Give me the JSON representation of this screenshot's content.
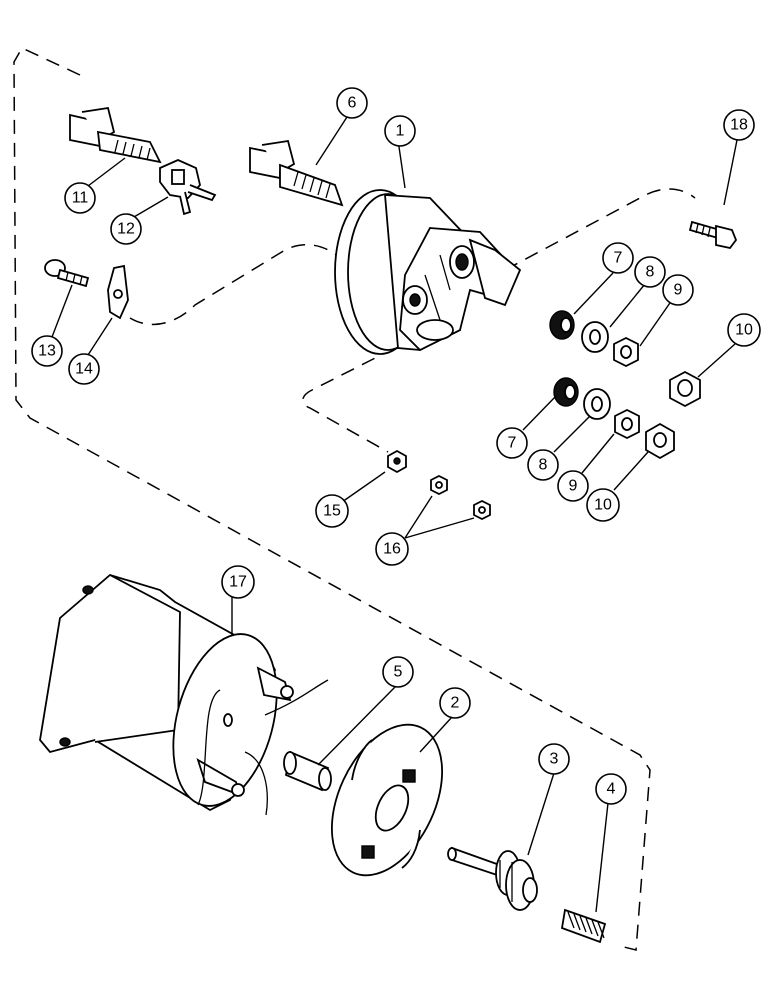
{
  "callouts": {
    "c1": "1",
    "c2": "2",
    "c3": "3",
    "c4": "4",
    "c5": "5",
    "c6": "6",
    "c7a": "7",
    "c7b": "7",
    "c8a": "8",
    "c8b": "8",
    "c9a": "9",
    "c9b": "9",
    "c10a": "10",
    "c10b": "10",
    "c11": "11",
    "c12": "12",
    "c13": "13",
    "c14": "14",
    "c15": "15",
    "c16": "16",
    "c17": "17",
    "c18": "18"
  }
}
